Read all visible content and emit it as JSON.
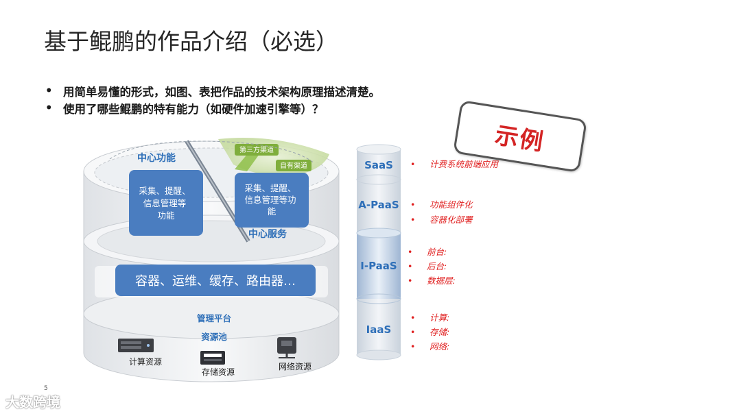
{
  "slide": {
    "title": "基于鲲鹏的作品介绍（必选）",
    "bullets": [
      "用简单易懂的形式，如图、表把作品的技术架构原理描述清楚。",
      "使用了哪些鲲鹏的特有能力（如硬件加速引擎等）？"
    ],
    "bullet_marker": "•",
    "stamp": "示例",
    "page_number": "5"
  },
  "diagram": {
    "center_function_label": "中心功能",
    "center_function_box": "采集、提醒、信息管理等功能",
    "center_service_label": "中心服务",
    "center_service_box": "采集、提醒、信息管理等功能",
    "third_party_channel": "第三方渠道",
    "own_channel": "自有渠道",
    "middle_box": "容器、运维、缓存、路由器…",
    "mgmt_platform": "管理平台",
    "resource_pool": "资源池",
    "compute": "计算资源",
    "storage": "存储资源",
    "network": "网络资源"
  },
  "layers": [
    {
      "name": "SaaS",
      "items": [
        "计费系统前端应用"
      ]
    },
    {
      "name": "A-PaaS",
      "items": [
        "功能组件化",
        "容器化部署"
      ]
    },
    {
      "name": "I-PaaS",
      "items": [
        "前台:",
        "后台:",
        "数据层:"
      ]
    },
    {
      "name": "IaaS",
      "items": [
        "计算:",
        "存储:",
        "网络:"
      ]
    }
  ],
  "watermark": "大数跨境",
  "colors": {
    "box_blue": "#4a7dc0",
    "accent_red": "#e02020",
    "label_blue": "#2e6fb8",
    "channel_green": "#7fae3c"
  }
}
